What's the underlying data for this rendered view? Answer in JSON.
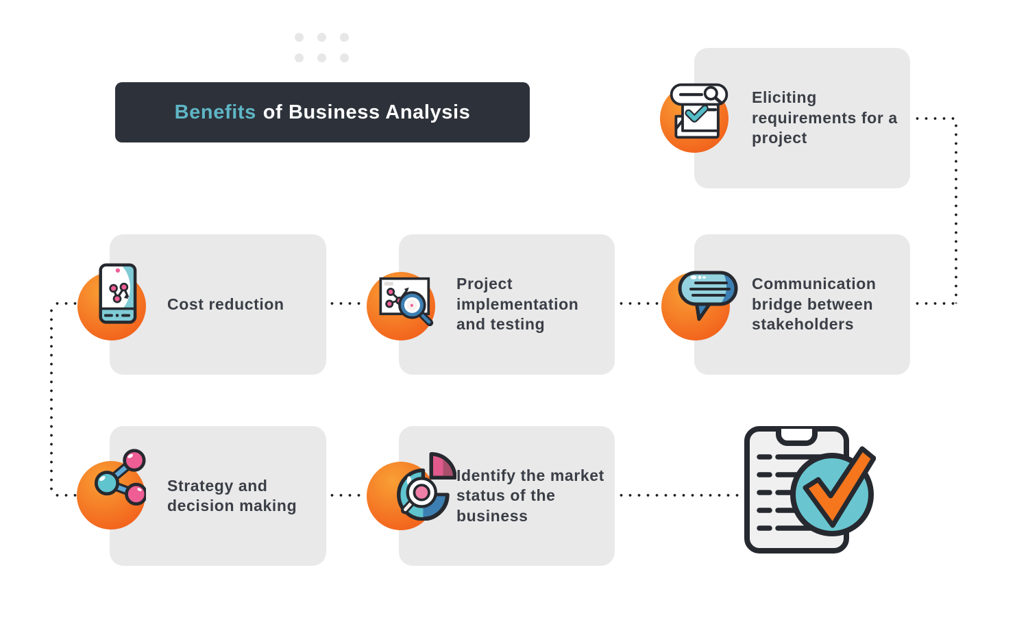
{
  "title": {
    "highlight": "Benefits",
    "rest": "of Business Analysis"
  },
  "cards": {
    "eliciting": {
      "label": "Eliciting requirements for a project",
      "icon": "document-search-check-icon"
    },
    "cost": {
      "label": "Cost reduction",
      "icon": "phone-analytics-icon"
    },
    "project": {
      "label": "Project implementation and testing",
      "icon": "chart-magnifier-icon"
    },
    "communication": {
      "label": "Communication bridge between stakeholders",
      "icon": "chat-bubbles-icon"
    },
    "strategy": {
      "label": "Strategy and decision making",
      "icon": "molecule-icon"
    },
    "identify": {
      "label": "Identify the market status of the business",
      "icon": "pie-chart-magnifier-icon"
    }
  },
  "illustration": {
    "name": "clipboard-with-checkmark"
  },
  "colors": {
    "accent_teal": "#5FB6C6",
    "title_bg": "#2D323A",
    "card_bg": "#E9E9E9",
    "text": "#3A3E46",
    "connector_dot": "#1E1E1E",
    "orange_start": "#F9A035",
    "orange_end": "#F2621C",
    "icon_teal": "#5FC4CE",
    "icon_light_teal": "#93D2DE",
    "icon_blue": "#3D7FB2",
    "icon_pink": "#EE5E95",
    "icon_dark_pink": "#A94F6C",
    "icon_outline": "#26292F",
    "check_orange": "#F5761D"
  }
}
